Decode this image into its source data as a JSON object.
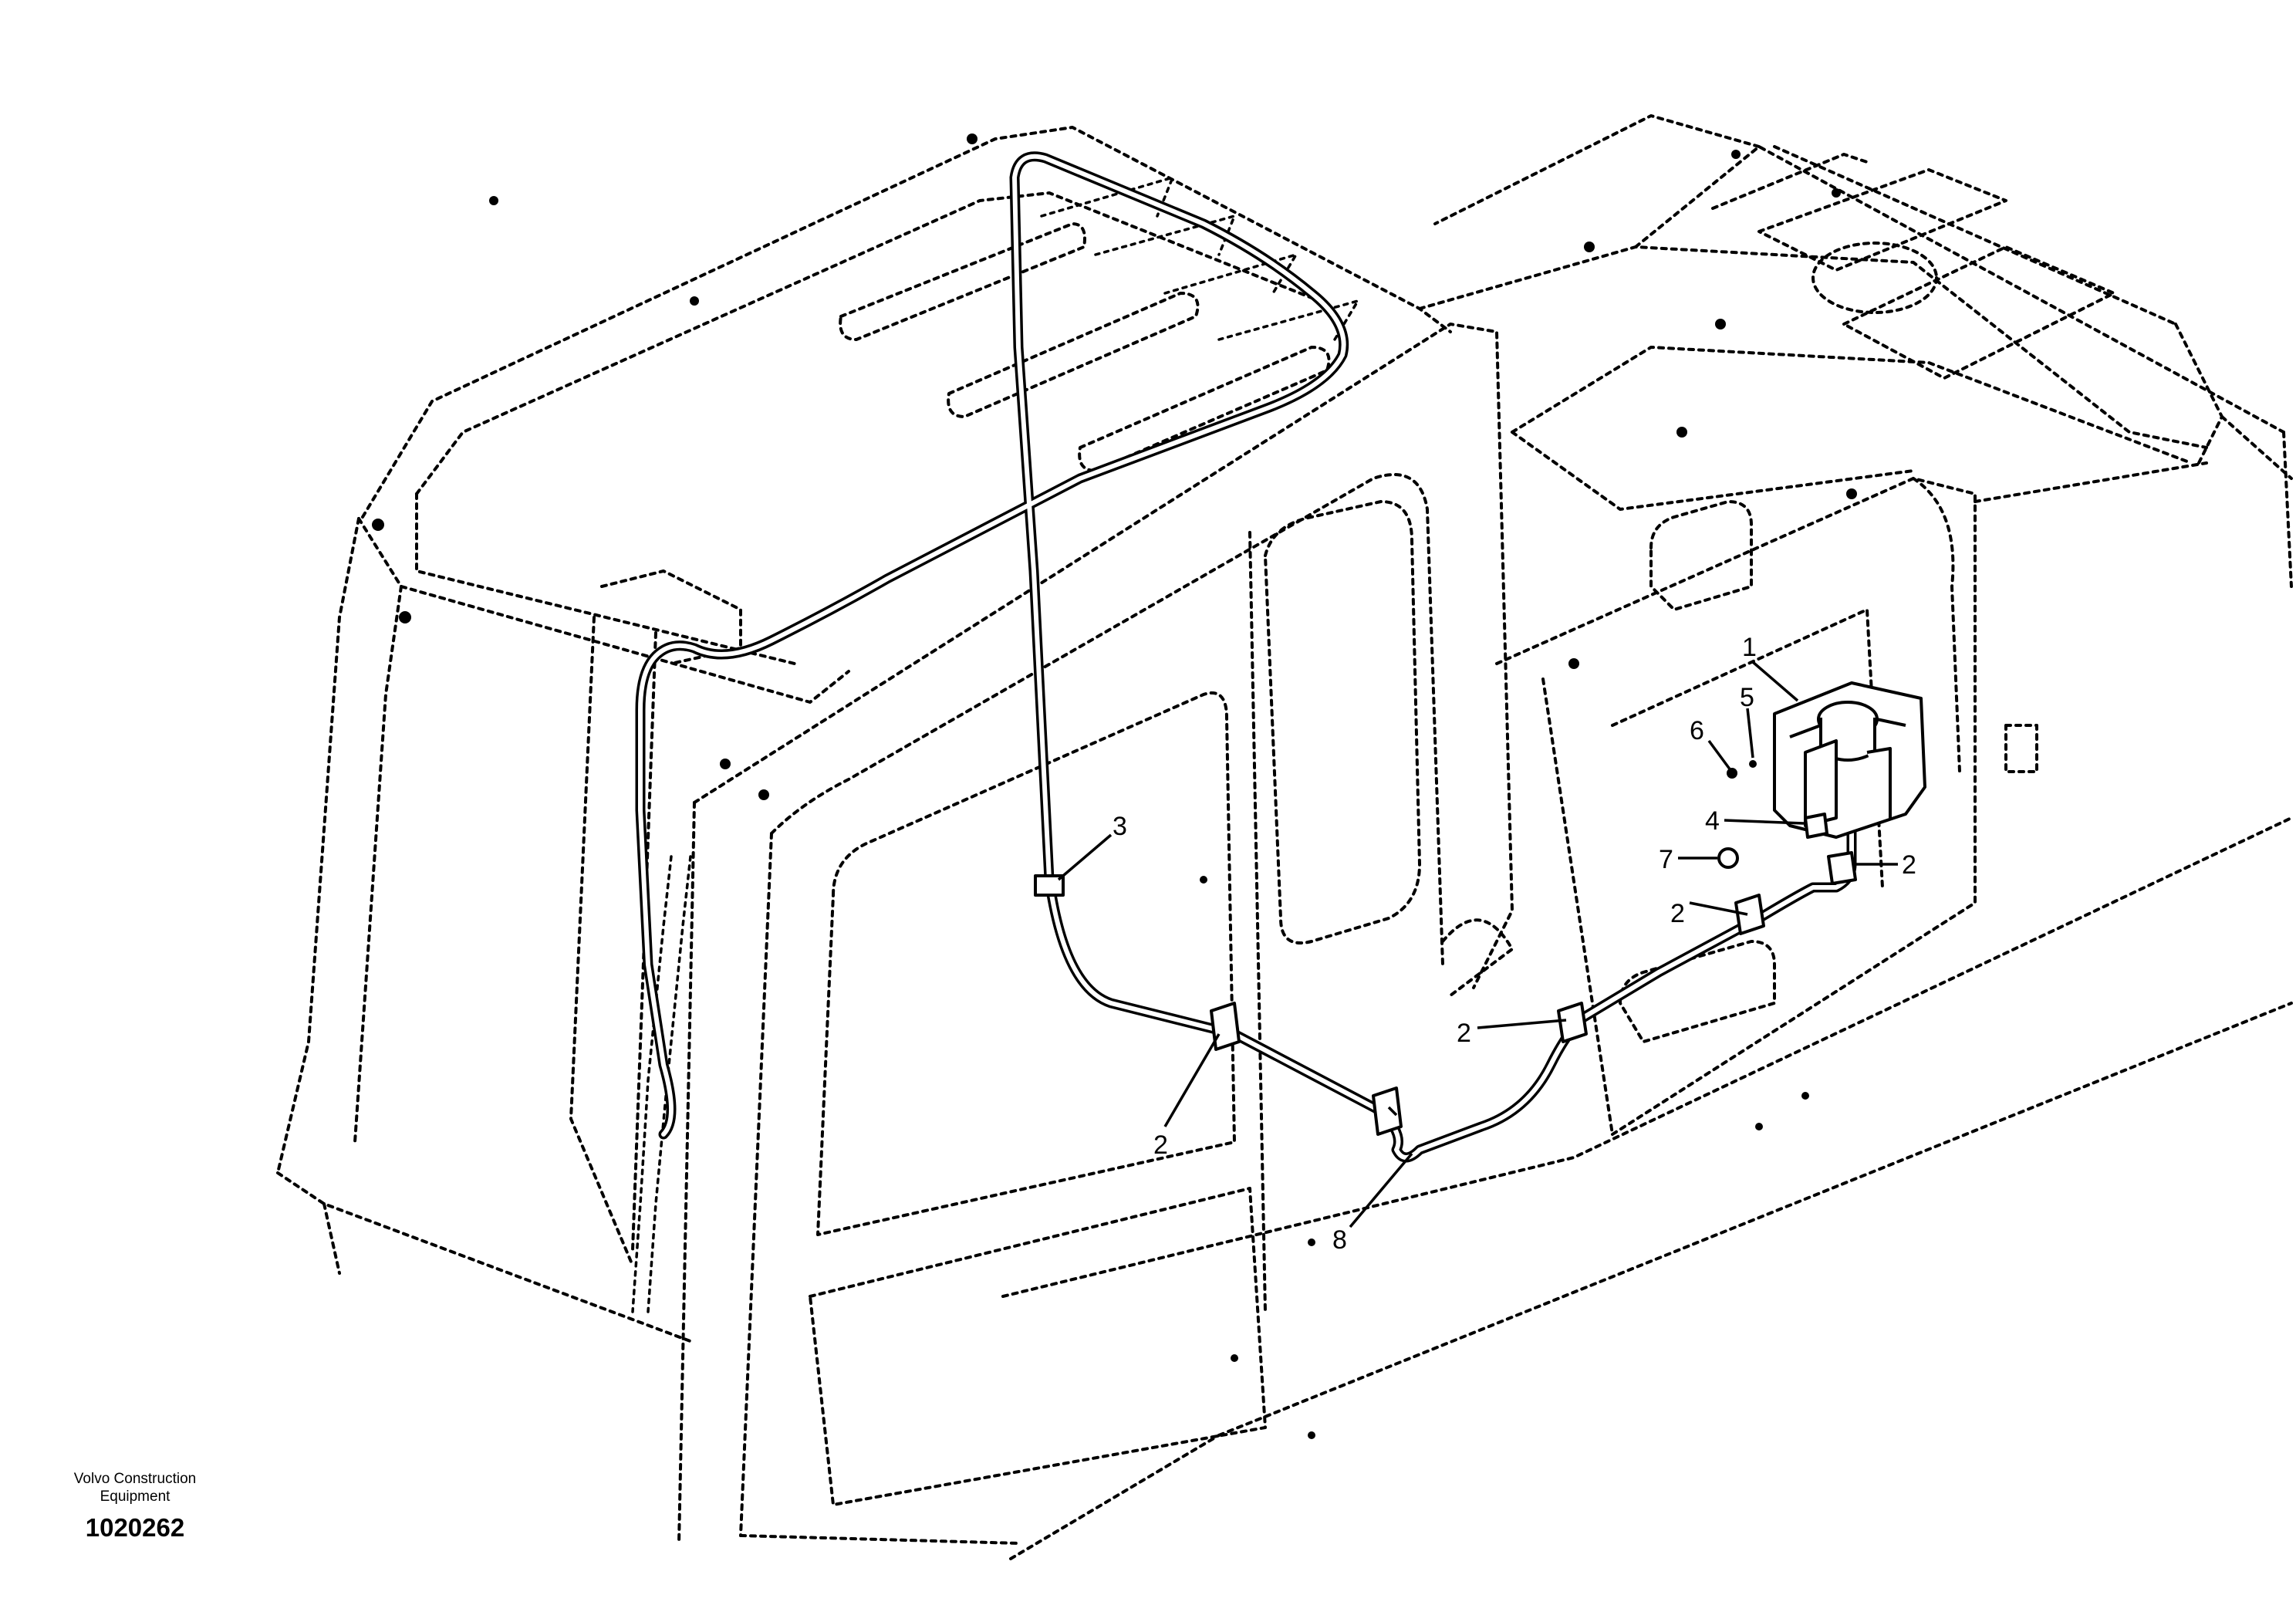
{
  "caption": {
    "company_line1": "Volvo Construction",
    "company_line2": "Equipment",
    "document_number": "1020262"
  },
  "callouts": {
    "c1": "1",
    "c2a": "2",
    "c2b": "2",
    "c2c": "2",
    "c2d": "2",
    "c3": "3",
    "c4": "4",
    "c5": "5",
    "c6": "6",
    "c7": "7",
    "c8": "8"
  }
}
